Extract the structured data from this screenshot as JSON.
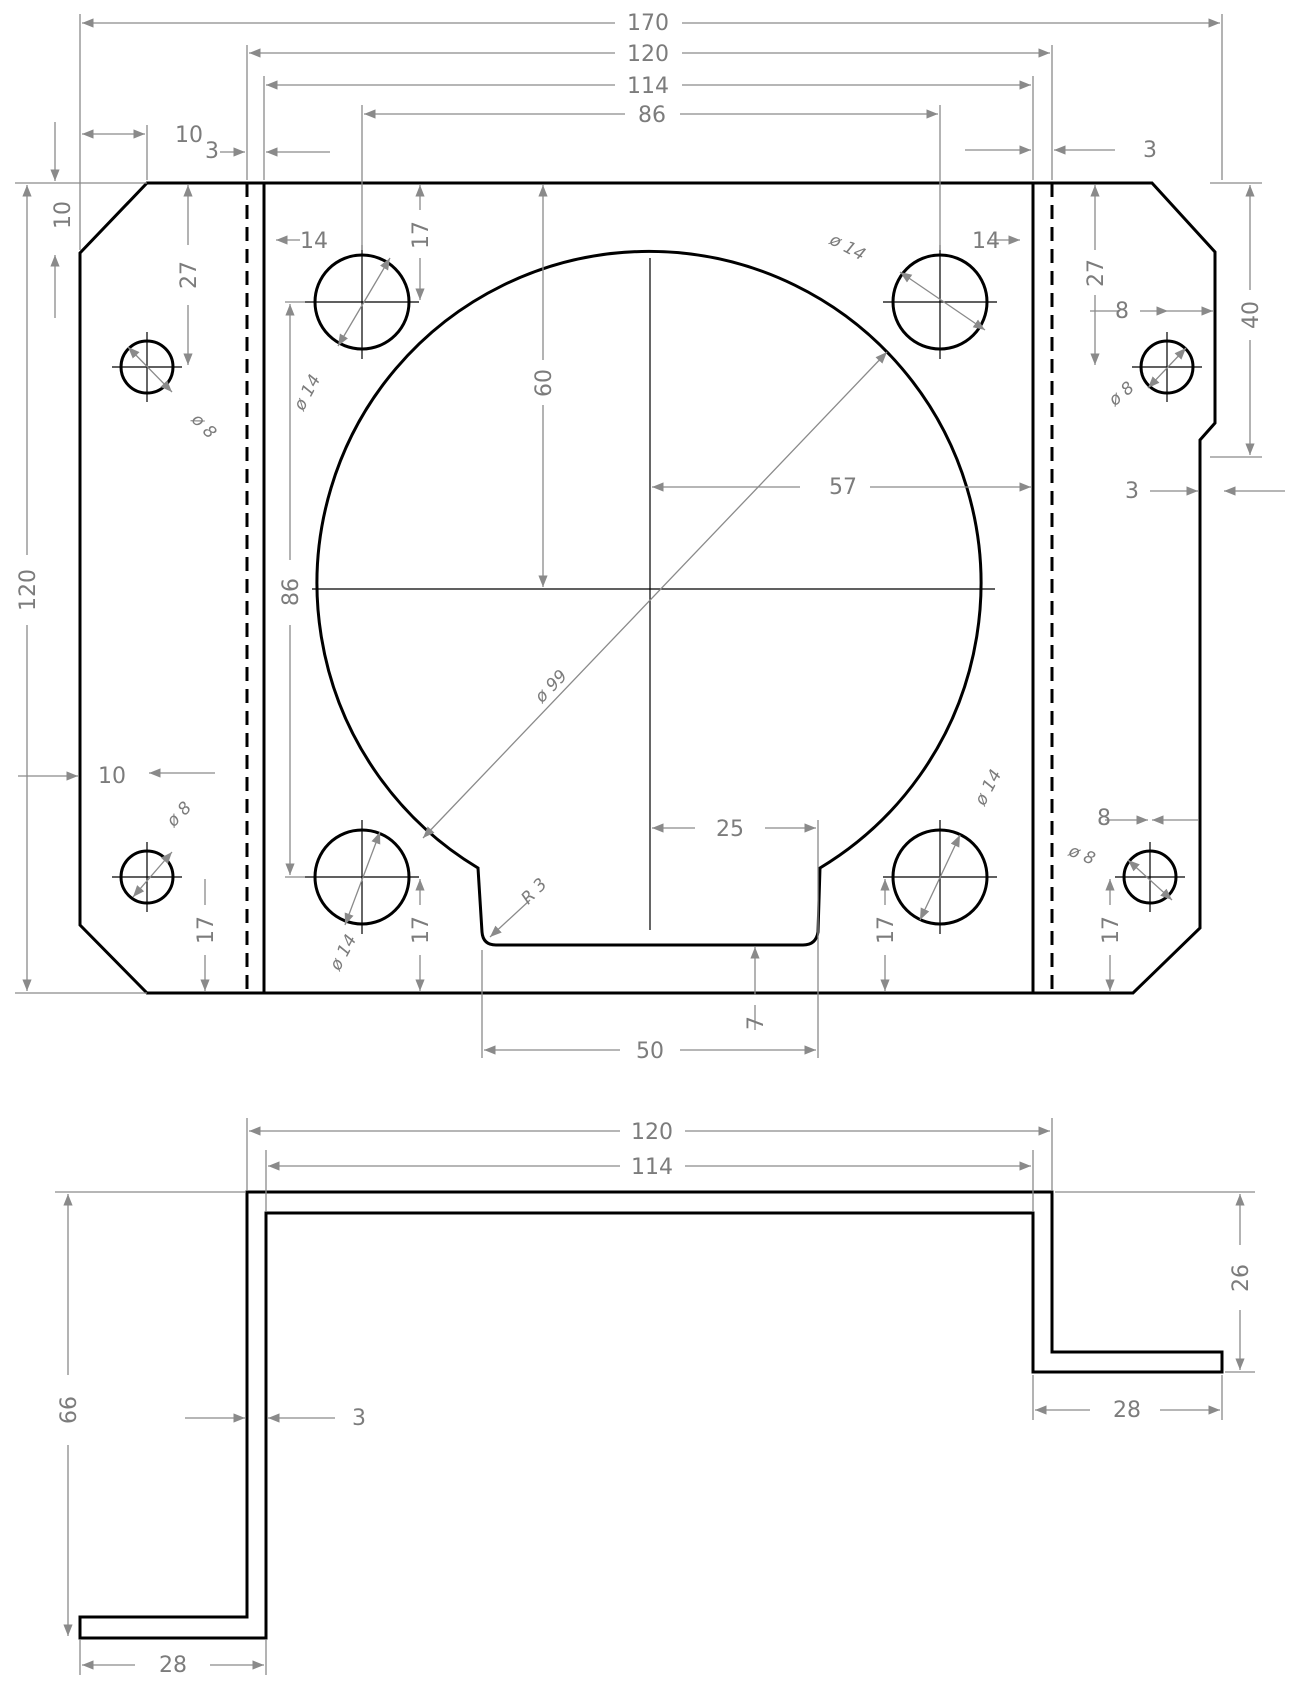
{
  "top_view": {
    "width_overall": "170",
    "width_outer_bend": "120",
    "width_inner_bend": "114",
    "hole_spacing": "86",
    "offset_10_top": "10",
    "offset_3_left": "3",
    "offset_3_right": "3",
    "chamfer_10": "10",
    "hole_27_left": "27",
    "hole_27_right": "27",
    "edge_14_left": "14",
    "edge_14_right": "14",
    "edge_17_top": "17",
    "height_120": "120",
    "vert_86": "86",
    "radius_60": "60",
    "radius_57": "57",
    "right_40": "40",
    "right_8_top": "8",
    "right_3": "3",
    "left_10": "10",
    "slot_25": "25",
    "slot_50": "50",
    "slot_7": "7",
    "bot_17_a": "17",
    "bot_17_b": "17",
    "bot_17_c": "17",
    "bot_17_d": "17",
    "right_8_bot": "8",
    "dia_99": "ø 99",
    "dia_14_tl": "ø 14",
    "dia_14_tr": "ø 14",
    "dia_14_bl": "ø 14",
    "dia_14_br": "ø 14",
    "dia_8_tl": "ø 8",
    "dia_8_tr": "ø 8",
    "dia_8_bl": "ø 8",
    "dia_8_br": "ø 8",
    "radius_3": "R 3"
  },
  "side_view": {
    "width_120": "120",
    "width_114": "114",
    "height_66": "66",
    "height_26": "26",
    "thickness_3": "3",
    "flange_28_right": "28",
    "flange_28_left": "28"
  }
}
